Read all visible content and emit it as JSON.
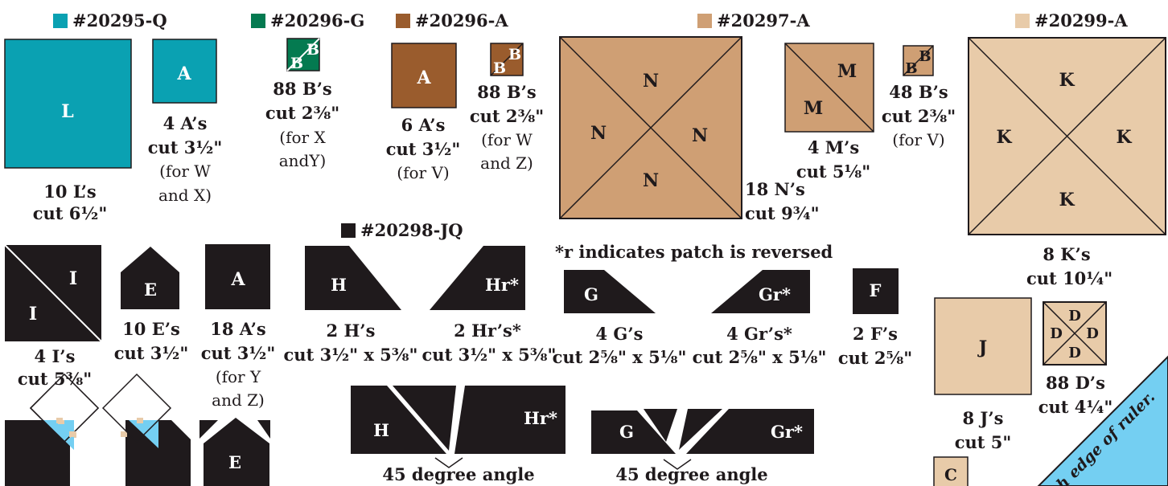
{
  "colors": {
    "teal": "#0aa1b2",
    "green": "#047a50",
    "brown": "#9a5c2d",
    "tan": "#cf9f74",
    "beige": "#e8cba9",
    "black": "#1f1a1c",
    "sky": "#74cff2"
  },
  "swatches": [
    {
      "code": "#20295-Q",
      "color": "#0aa1b2"
    },
    {
      "code": "#20296-G",
      "color": "#047a50"
    },
    {
      "code": "#20296-A",
      "color": "#9a5c2d"
    },
    {
      "code": "#20297-A",
      "color": "#cf9f74"
    },
    {
      "code": "#20299-A",
      "color": "#e8cba9"
    },
    {
      "code": "#20298-JQ",
      "color": "#1f1a1c"
    }
  ],
  "letters": {
    "L": "L",
    "A": "A",
    "B": "B",
    "N": "N",
    "M": "M",
    "K": "K",
    "I": "I",
    "E": "E",
    "H": "H",
    "Hr": "Hr*",
    "G": "G",
    "Gr": "Gr*",
    "F": "F",
    "J": "J",
    "D": "D",
    "C": "C"
  },
  "captions": {
    "L_count": "10 L’s",
    "L_cut": "cut 6½\"",
    "A1_count": "4 A’s",
    "A1_cut": "cut 3½\"",
    "A1_for1": "(for W",
    "A1_for2": "and X)",
    "B1_count": "88 B’s",
    "B1_cut": "cut 2⅜\"",
    "B1_for1": "(for X",
    "B1_for2": "andY)",
    "A2_count": "6 A’s",
    "A2_cut": "cut 3½\"",
    "A2_for": "(for V)",
    "B2_count": "88 B’s",
    "B2_cut": "cut 2⅜\"",
    "B2_for1": "(for W",
    "B2_for2": "and Z)",
    "N_count": "18 N’s",
    "N_cut": "cut 9¾\"",
    "M_count": "4 M’s",
    "M_cut": "cut 5⅛\"",
    "B3_count": "48 B’s",
    "B3_cut": "cut 2⅜\"",
    "B3_for": "(for V)",
    "K_count": "8 K’s",
    "K_cut": "cut 10¼\"",
    "I_count": "4 I’s",
    "I_cut": "cut 5⅜\"",
    "E_count": "10 E’s",
    "E_cut": "cut 3½\"",
    "A3_count": "18 A’s",
    "A3_cut": "cut 3½\"",
    "A3_for1": "(for Y",
    "A3_for2": "and Z)",
    "H_count": "2 H’s",
    "H_cut": "cut 3½\" x 5⅜\"",
    "Hr_count": "2 Hr’s*",
    "Hr_cut": "cut 3½\" x 5⅜\"",
    "G_count": "4 G’s",
    "G_cut": "cut 2⅝\" x 5⅛\"",
    "Gr_count": "4 Gr’s*",
    "Gr_cut": "cut 2⅝\" x 5⅛\"",
    "F_count": "2 F’s",
    "F_cut": "cut 2⅝\"",
    "J_count": "8 J’s",
    "J_cut": "cut 5\"",
    "D_count": "88 D’s",
    "D_cut": "cut 4¼\""
  },
  "note": "*r indicates patch is reversed",
  "angle_label": "45 degree angle",
  "ruler_text": "...h edge of ruler."
}
